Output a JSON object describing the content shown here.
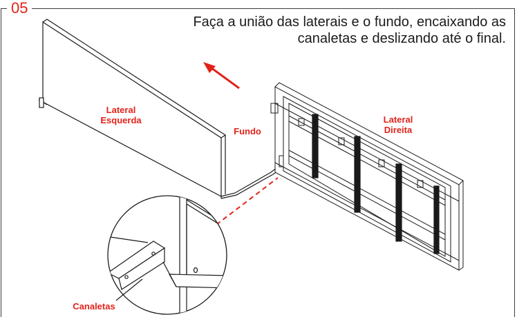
{
  "step_number": "05",
  "instruction": {
    "line1": "Faça a união das laterais e o fundo, encaixando as",
    "line2": "canaletas e deslizando até o final."
  },
  "labels": {
    "lateral_esquerda_1": "Lateral",
    "lateral_esquerda_2": "Esquerda",
    "fundo": "Fundo",
    "lateral_direita_1": "Lateral",
    "lateral_direita_2": "Direita",
    "canaletas": "Canaletas"
  },
  "colors": {
    "accent": "#e2231a",
    "line": "#1a1a1a"
  }
}
